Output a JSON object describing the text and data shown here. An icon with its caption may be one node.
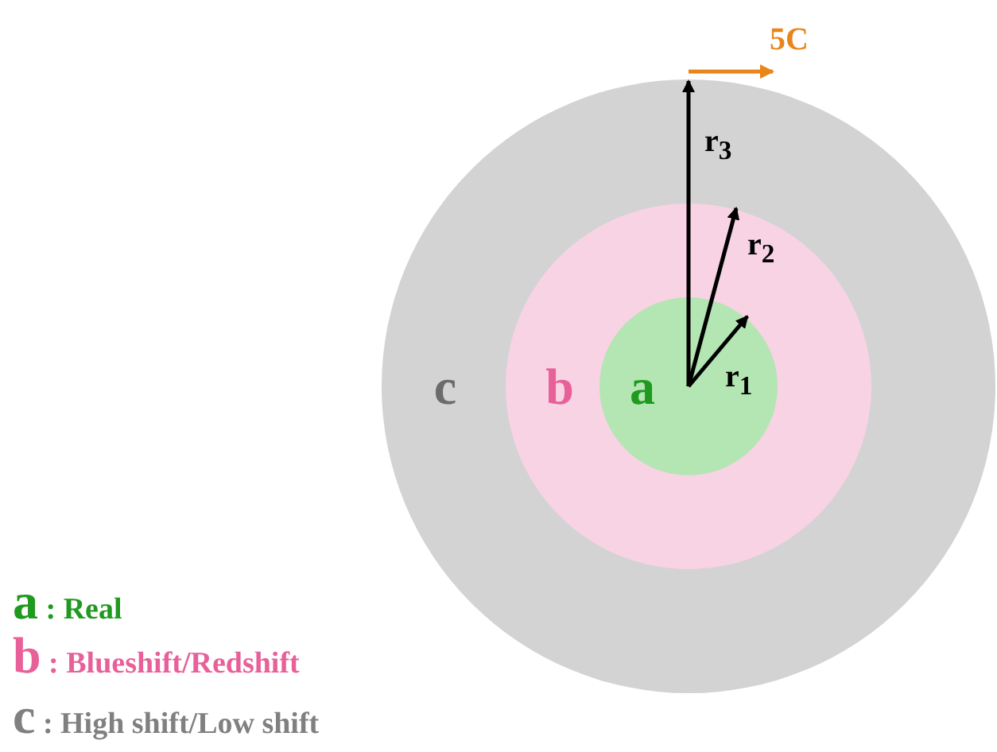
{
  "diagram": {
    "nodes": [
      {
        "text": [
          "c"
        ]
      },
      {
        "text": [
          "b"
        ],
        "in": 0
      },
      {
        "text": [
          "a"
        ],
        "in": 1
      }
    ],
    "edges": [],
    "labels": [
      "5C",
      "r$_{3}$",
      "r$_{2}$",
      "r$_{1}$"
    ],
    "legend": [
      {
        "text": "a : Real"
      },
      {
        "text": "b : Blueshift/Redshift"
      },
      {
        "text": "c : High shift/Low shift"
      }
    ]
  }
}
